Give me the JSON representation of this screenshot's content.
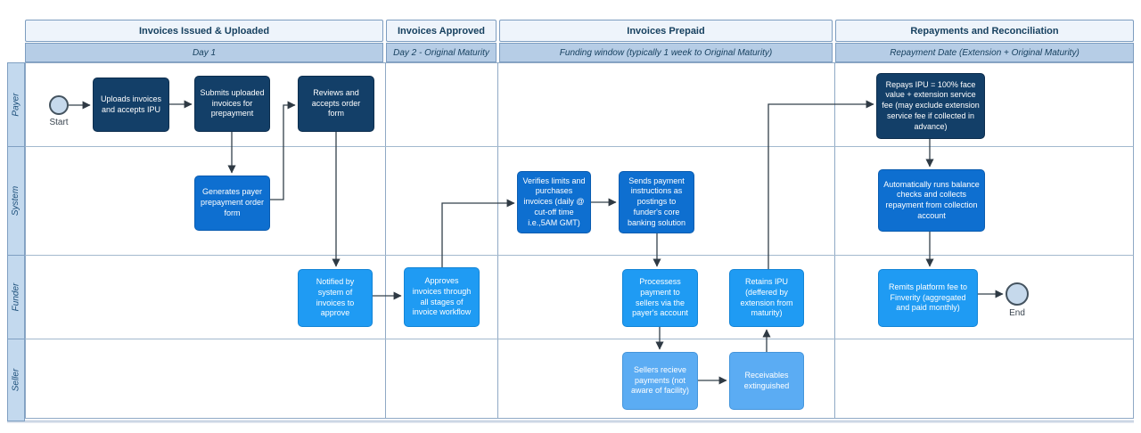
{
  "phases": [
    {
      "title": "Invoices Issued & Uploaded",
      "subtitle": "Day 1"
    },
    {
      "title": "Invoices Approved",
      "subtitle": "Day 2 - Original Maturity"
    },
    {
      "title": "Invoices Prepaid",
      "subtitle": "Funding window (typically 1 week to Original Maturity)"
    },
    {
      "title": "Repayments and Reconciliation",
      "subtitle": "Repayment Date (Extension + Original Maturity)"
    }
  ],
  "lanes": [
    {
      "label": "Payer"
    },
    {
      "label": "System"
    },
    {
      "label": "Funder"
    },
    {
      "label": "Seller"
    }
  ],
  "nodes": {
    "start": "Start",
    "uploads": "Uploads invoices and accepts IPU",
    "submits": "Submits uploaded invoices for prepayment",
    "reviews": "Reviews and accepts order form",
    "generates": "Generates payer prepayment order form",
    "notified": "Notified by system of invoices to approve",
    "approves": "Approves invoices through all stages of invoice workflow",
    "verifies": "Verifies limits and purchases invoices (daily @ cut-off time i.e.,5AM GMT)",
    "sends": "Sends payment instructions as postings to funder's core banking solution",
    "processes": "Processess payment to sellers via the payer's account",
    "sellers_receive": "Sellers recieve payments (not aware of facility)",
    "receivables": "Receivables extinguished",
    "retains": "Retains IPU (deffered by extension from maturity)",
    "repays": "Repays IPU = 100% face value + extension service fee (may exclude extension service fee if collected in advance)",
    "auto_runs": "Automatically runs balance checks and collects repayment from collection account",
    "remits": "Remits platform fee to Finverity (aggregated and paid monthly)",
    "end": "End"
  },
  "colors": {
    "dark_navy": "#133f68",
    "medium_blue": "#0e6fd0",
    "bright_blue": "#1f9bf3",
    "light_blue": "#5bacf3",
    "event_fill": "#c6d9ec",
    "header_fill": "#eef4fb",
    "subheader_fill": "#b6cde6",
    "lane_strip_fill": "#c3d9ee"
  }
}
